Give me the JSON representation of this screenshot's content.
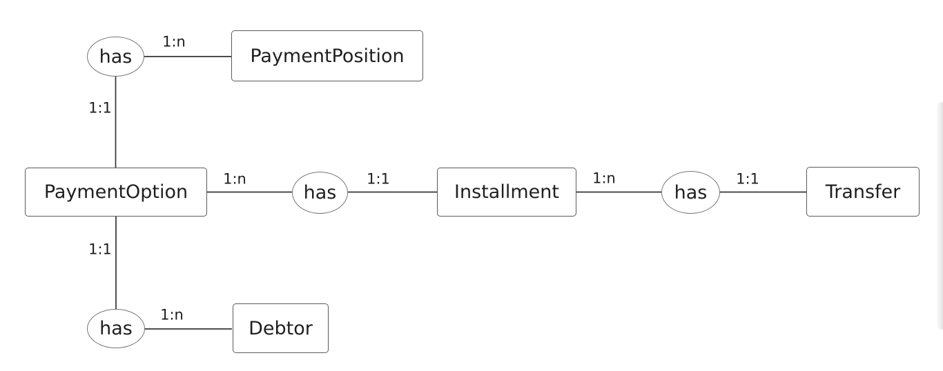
{
  "diagram": {
    "type": "entity-relationship",
    "entities": [
      {
        "label": "PaymentPosition"
      },
      {
        "label": "PaymentOption"
      },
      {
        "label": "Installment"
      },
      {
        "label": "Transfer"
      },
      {
        "label": "Debtor"
      }
    ],
    "relationships": [
      {
        "name": "has",
        "from": "PaymentOption",
        "from_card": "1:1",
        "to": "PaymentPosition",
        "to_card": "1:n"
      },
      {
        "name": "has",
        "from": "PaymentOption",
        "from_card": "1:n",
        "to": "Installment",
        "to_card": "1:1"
      },
      {
        "name": "has",
        "from": "Installment",
        "from_card": "1:n",
        "to": "Transfer",
        "to_card": "1:1"
      },
      {
        "name": "has",
        "from": "PaymentOption",
        "from_card": "1:1",
        "to": "Debtor",
        "to_card": "1:n"
      }
    ],
    "colors": {
      "background": "#ffffff",
      "entity_border": "#5a5a5a",
      "relationship_border": "#757575",
      "edge_line": "#333333",
      "text": "#1f1f1f"
    }
  }
}
